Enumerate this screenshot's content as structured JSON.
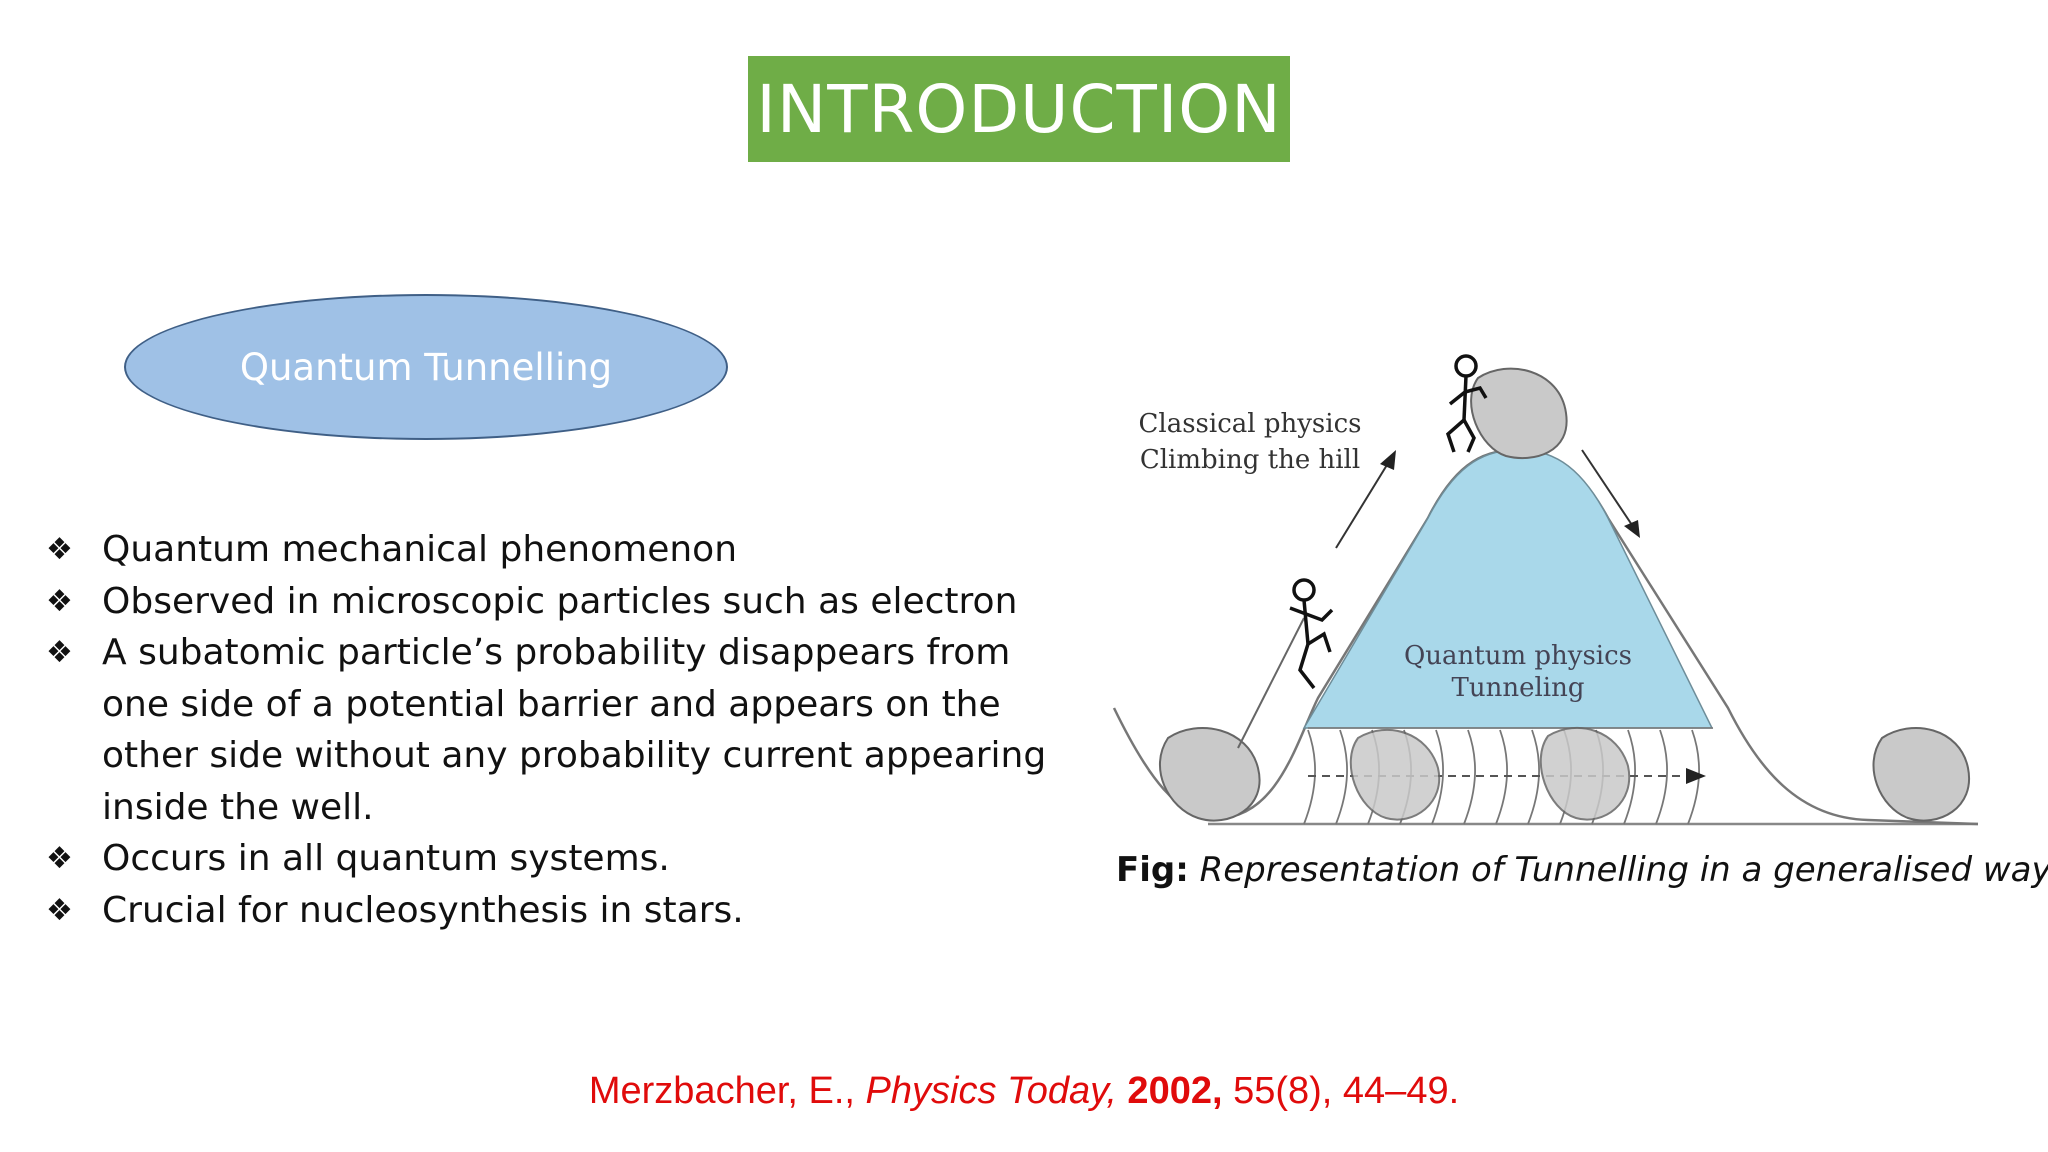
{
  "slide": {
    "title": "INTRODUCTION",
    "topic": "Quantum Tunnelling"
  },
  "colors": {
    "title_bg": "#6fad47",
    "topic_fill": "#9fc1e6",
    "topic_border": "#3f5f86",
    "barrier_fill": "#a9d8ea",
    "reference_text": "#e00b0b"
  },
  "bullets": [
    {
      "icon": "diamond-bullet-icon",
      "text": "Quantum mechanical phenomenon"
    },
    {
      "icon": "diamond-bullet-icon",
      "text": "Observed in microscopic particles such as electron"
    },
    {
      "icon": "diamond-bullet-icon",
      "text": "A subatomic particle’s probability disappears from one side of a potential barrier and appears on the other side without any probability current appearing inside the well."
    },
    {
      "icon": "diamond-bullet-icon",
      "text": "Occurs in all quantum systems."
    },
    {
      "icon": "diamond-bullet-icon",
      "text": "Crucial for nucleosynthesis in stars."
    }
  ],
  "figure": {
    "classical_line1": "Classical physics",
    "classical_line2": "Climbing the hill",
    "quantum_line1": "Quantum physics",
    "quantum_line2": "Tunneling",
    "caption_prefix": "Fig:",
    "caption_text": "Representation of Tunnelling in a generalised way"
  },
  "reference": {
    "authors": "Merzbacher, E., ",
    "journal": "Physics Today,",
    "year": " 2002,",
    "details": " 55(8), 44–49."
  }
}
